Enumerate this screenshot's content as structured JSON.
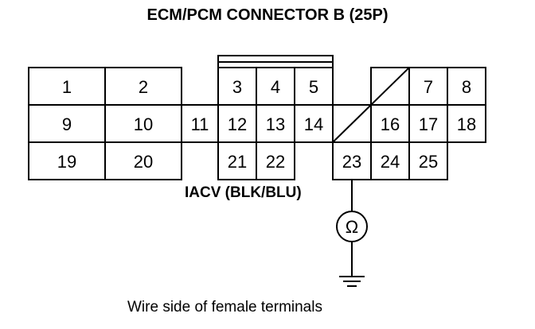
{
  "title": "ECM/PCM CONNECTOR B (25P)",
  "wire_label": "IACV (BLK/BLU)",
  "caption": "Wire side of female terminals",
  "meter_symbol": "Ω",
  "terminals": [
    "1",
    "2",
    "3",
    "4",
    "5",
    "7",
    "8",
    "9",
    "10",
    "11",
    "12",
    "13",
    "14",
    "16",
    "17",
    "18",
    "19",
    "20",
    "21",
    "22",
    "23",
    "24",
    "25"
  ]
}
